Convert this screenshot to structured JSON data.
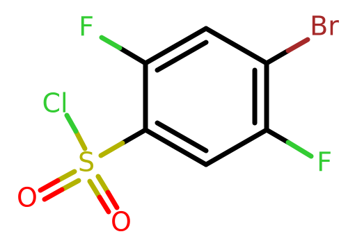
{
  "molecule": {
    "atoms": {
      "F_top": {
        "symbol": "F",
        "color": "#33cc33"
      },
      "Br": {
        "symbol": "Br",
        "color": "#a62929"
      },
      "Cl": {
        "symbol": "Cl",
        "color": "#33cc33"
      },
      "S": {
        "symbol": "S",
        "color": "#b3b300"
      },
      "F_bottom": {
        "symbol": "F",
        "color": "#33cc33"
      },
      "O_left": {
        "symbol": "O",
        "color": "#ff0000"
      },
      "O_bottom": {
        "symbol": "O",
        "color": "#ff0000"
      }
    },
    "bond_color": "#000000"
  }
}
